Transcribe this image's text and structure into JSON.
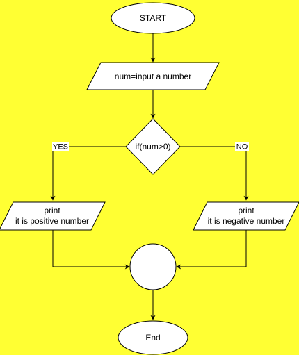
{
  "diagram": {
    "background": "#FFFF33",
    "nodes": {
      "start": {
        "label": "START"
      },
      "input": {
        "label": "num=input a number"
      },
      "decision": {
        "label": "if(num>0)"
      },
      "positive": {
        "line1": "print",
        "line2": "it is positive number"
      },
      "negative": {
        "line1": "print",
        "line2": "it is negative number"
      },
      "end": {
        "label": "End"
      }
    },
    "edges": {
      "yes_label": "YES",
      "no_label": "NO"
    }
  }
}
